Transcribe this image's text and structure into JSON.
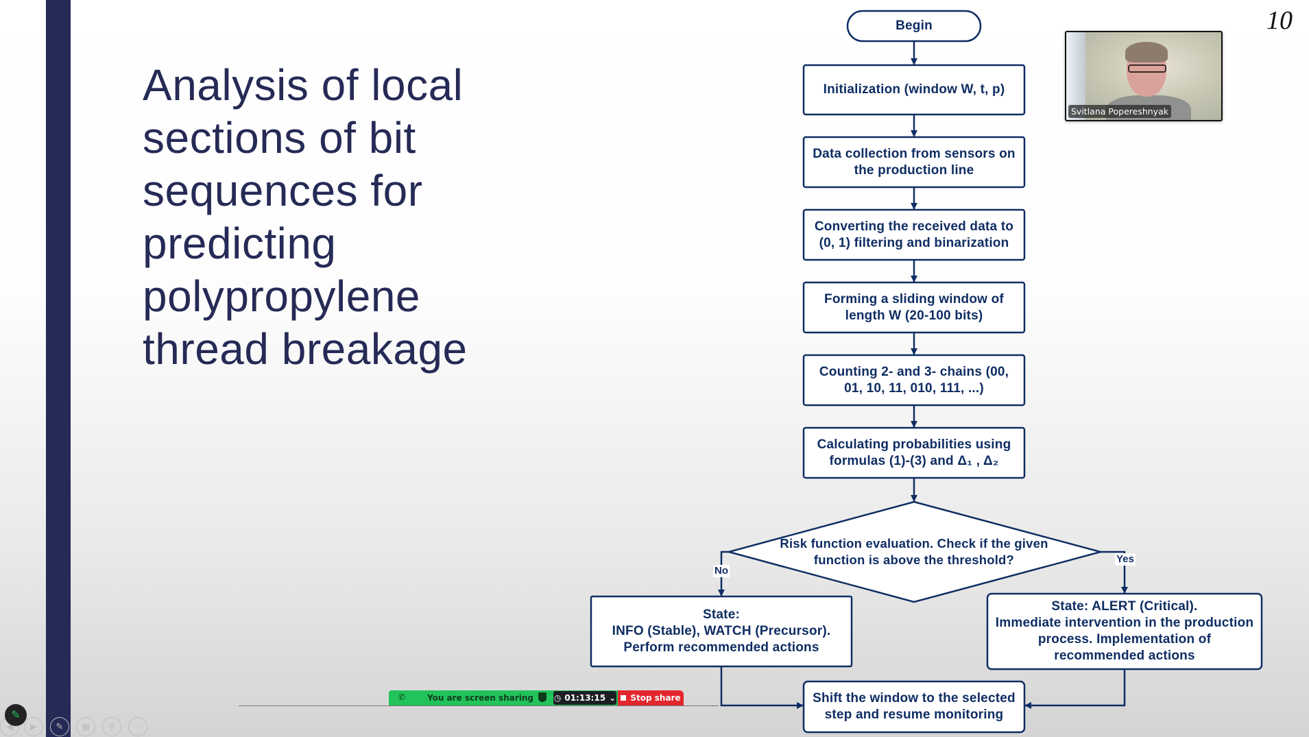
{
  "slide": {
    "title": "Analysis of local sections of bit sequences for predicting polypropylene thread breakage",
    "page_number": "10",
    "accent_color": "#252a56"
  },
  "flowchart": {
    "stroke_color": "#0f2d63",
    "nodes": {
      "begin": "Begin",
      "init": "Initialization (window W, t, p)",
      "collect": "Data collection from sensors on\nthe production line",
      "convert": "Converting the received data to\n(0, 1) filtering and binarization",
      "window": "Forming a sliding window of\nlength W (20-100 bits)",
      "count": "Counting 2- and 3- chains (00,\n01, 10, 11, 010, 111, ...)",
      "calc": "Calculating probabilities using\nformulas (1)-(3) and Δ₁ , Δ₂",
      "decision": "Risk function evaluation. Check if the given\nfunction is above the threshold?",
      "state_no": "State:\nINFO (Stable), WATCH (Precursor).\nPerform recommended actions",
      "state_yes": "State: ALERT (Critical).\nImmediate intervention in the production\nprocess. Implementation of\nrecommended actions",
      "shift": "Shift the window to the selected\nstep and resume monitoring"
    },
    "edge_labels": {
      "no": "No",
      "yes": "Yes"
    }
  },
  "video": {
    "participant_name": "Svitlana Popereshnyak"
  },
  "share_bar": {
    "status": "You are screen sharing",
    "timer": "01:13:15",
    "stop_label": "Stop share",
    "colors": {
      "sharing": "#22c35a",
      "stop": "#e3262d",
      "timer_bg": "#1b1f24"
    }
  },
  "toolbar": {
    "icons": [
      "pen-icon",
      "previous-icon",
      "next-icon",
      "annotate-icon",
      "slides-icon",
      "zoom-icon",
      "more-icon"
    ]
  }
}
